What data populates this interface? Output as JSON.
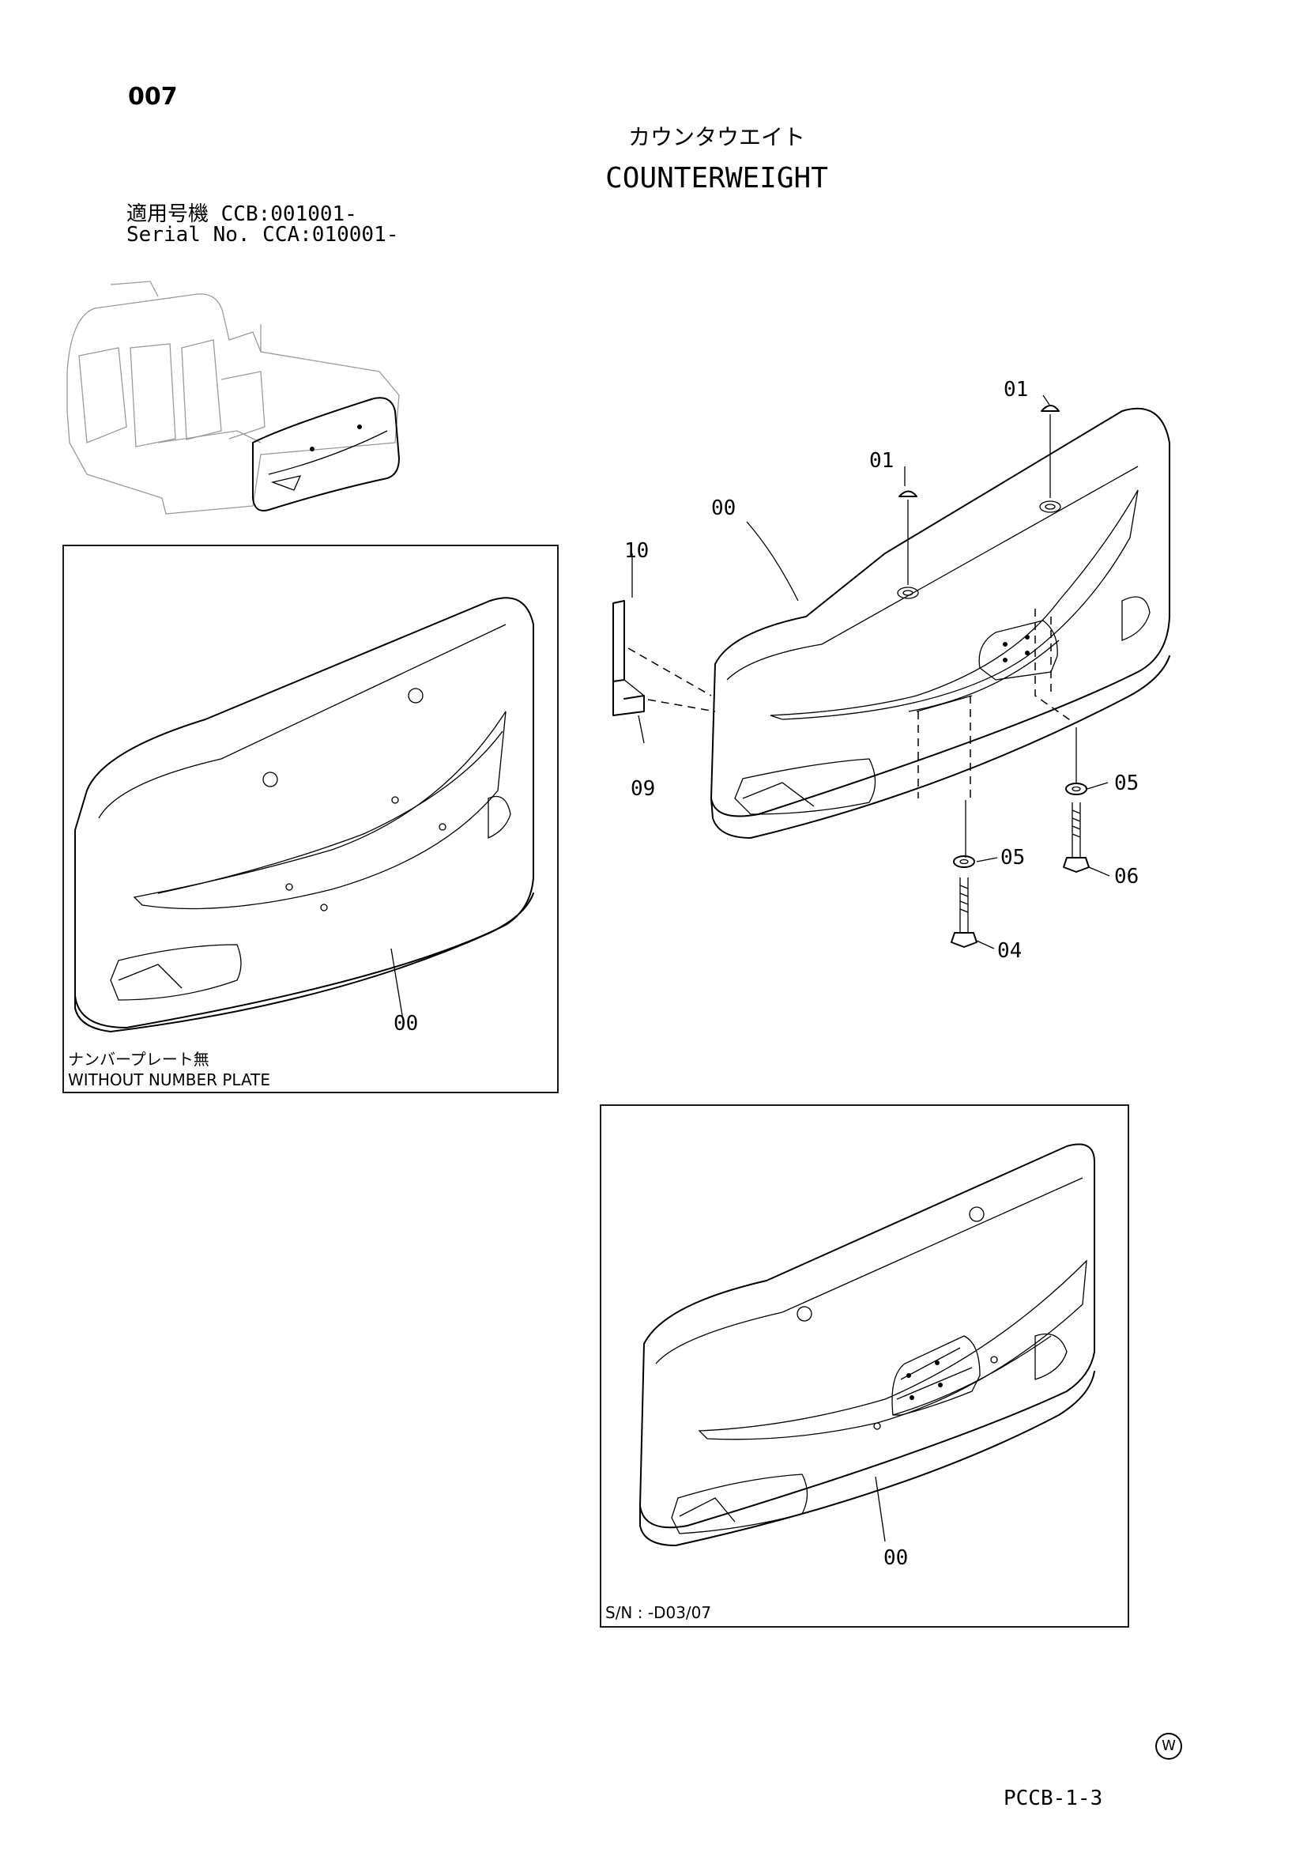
{
  "page_number": "007",
  "title_jp": "カウンタウエイト",
  "title_en": "COUNTERWEIGHT",
  "applicability": {
    "line1": "適用号機  CCB:001001-",
    "line2": "Serial No. CCA:010001-"
  },
  "callouts": {
    "c01a": "01",
    "c01b": "01",
    "c00_main": "00",
    "c10": "10",
    "c09": "09",
    "c05a": "05",
    "c05b": "05",
    "c06": "06",
    "c04": "04",
    "c00_left": "00",
    "c00_bottom": "00"
  },
  "inset_left": {
    "caption_jp": "ナンバープレート無",
    "caption_en": "WITHOUT NUMBER PLATE"
  },
  "inset_bottom": {
    "caption": "S/N : -D03/07"
  },
  "footer": {
    "logo": "W",
    "page_code": "PCCB-1-3"
  }
}
